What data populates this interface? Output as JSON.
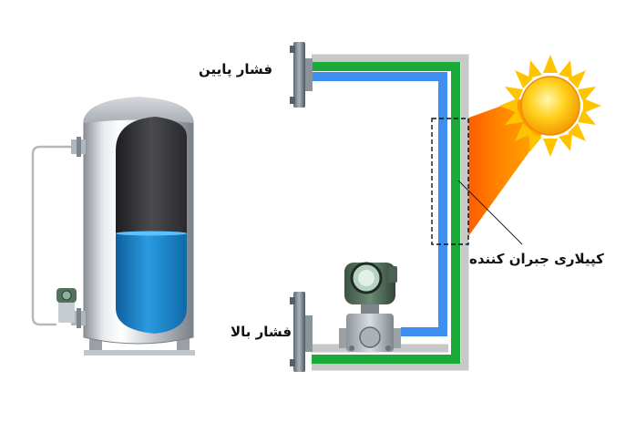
{
  "labels": {
    "low_pressure": "فشار پایین",
    "high_pressure": "فشار بالا",
    "compensating_capillary": "کپیلاری جبران کننده"
  },
  "colors": {
    "capillary_blue": "#3d8ff0",
    "capillary_green": "#1aaa3a",
    "capillary_gray": "#c8c8c8",
    "liquid_blue": "#1f84c6",
    "tank_dark": "#3a3a3e",
    "sun_yellow": "#ffd21f",
    "heat_orange": "#ff7a00",
    "transmitter_green": "#4f6b55"
  },
  "icons": {
    "tank": "vessel-icon",
    "sun": "sun-icon",
    "transmitter": "pressure-transmitter-icon",
    "flange": "flange-icon"
  }
}
